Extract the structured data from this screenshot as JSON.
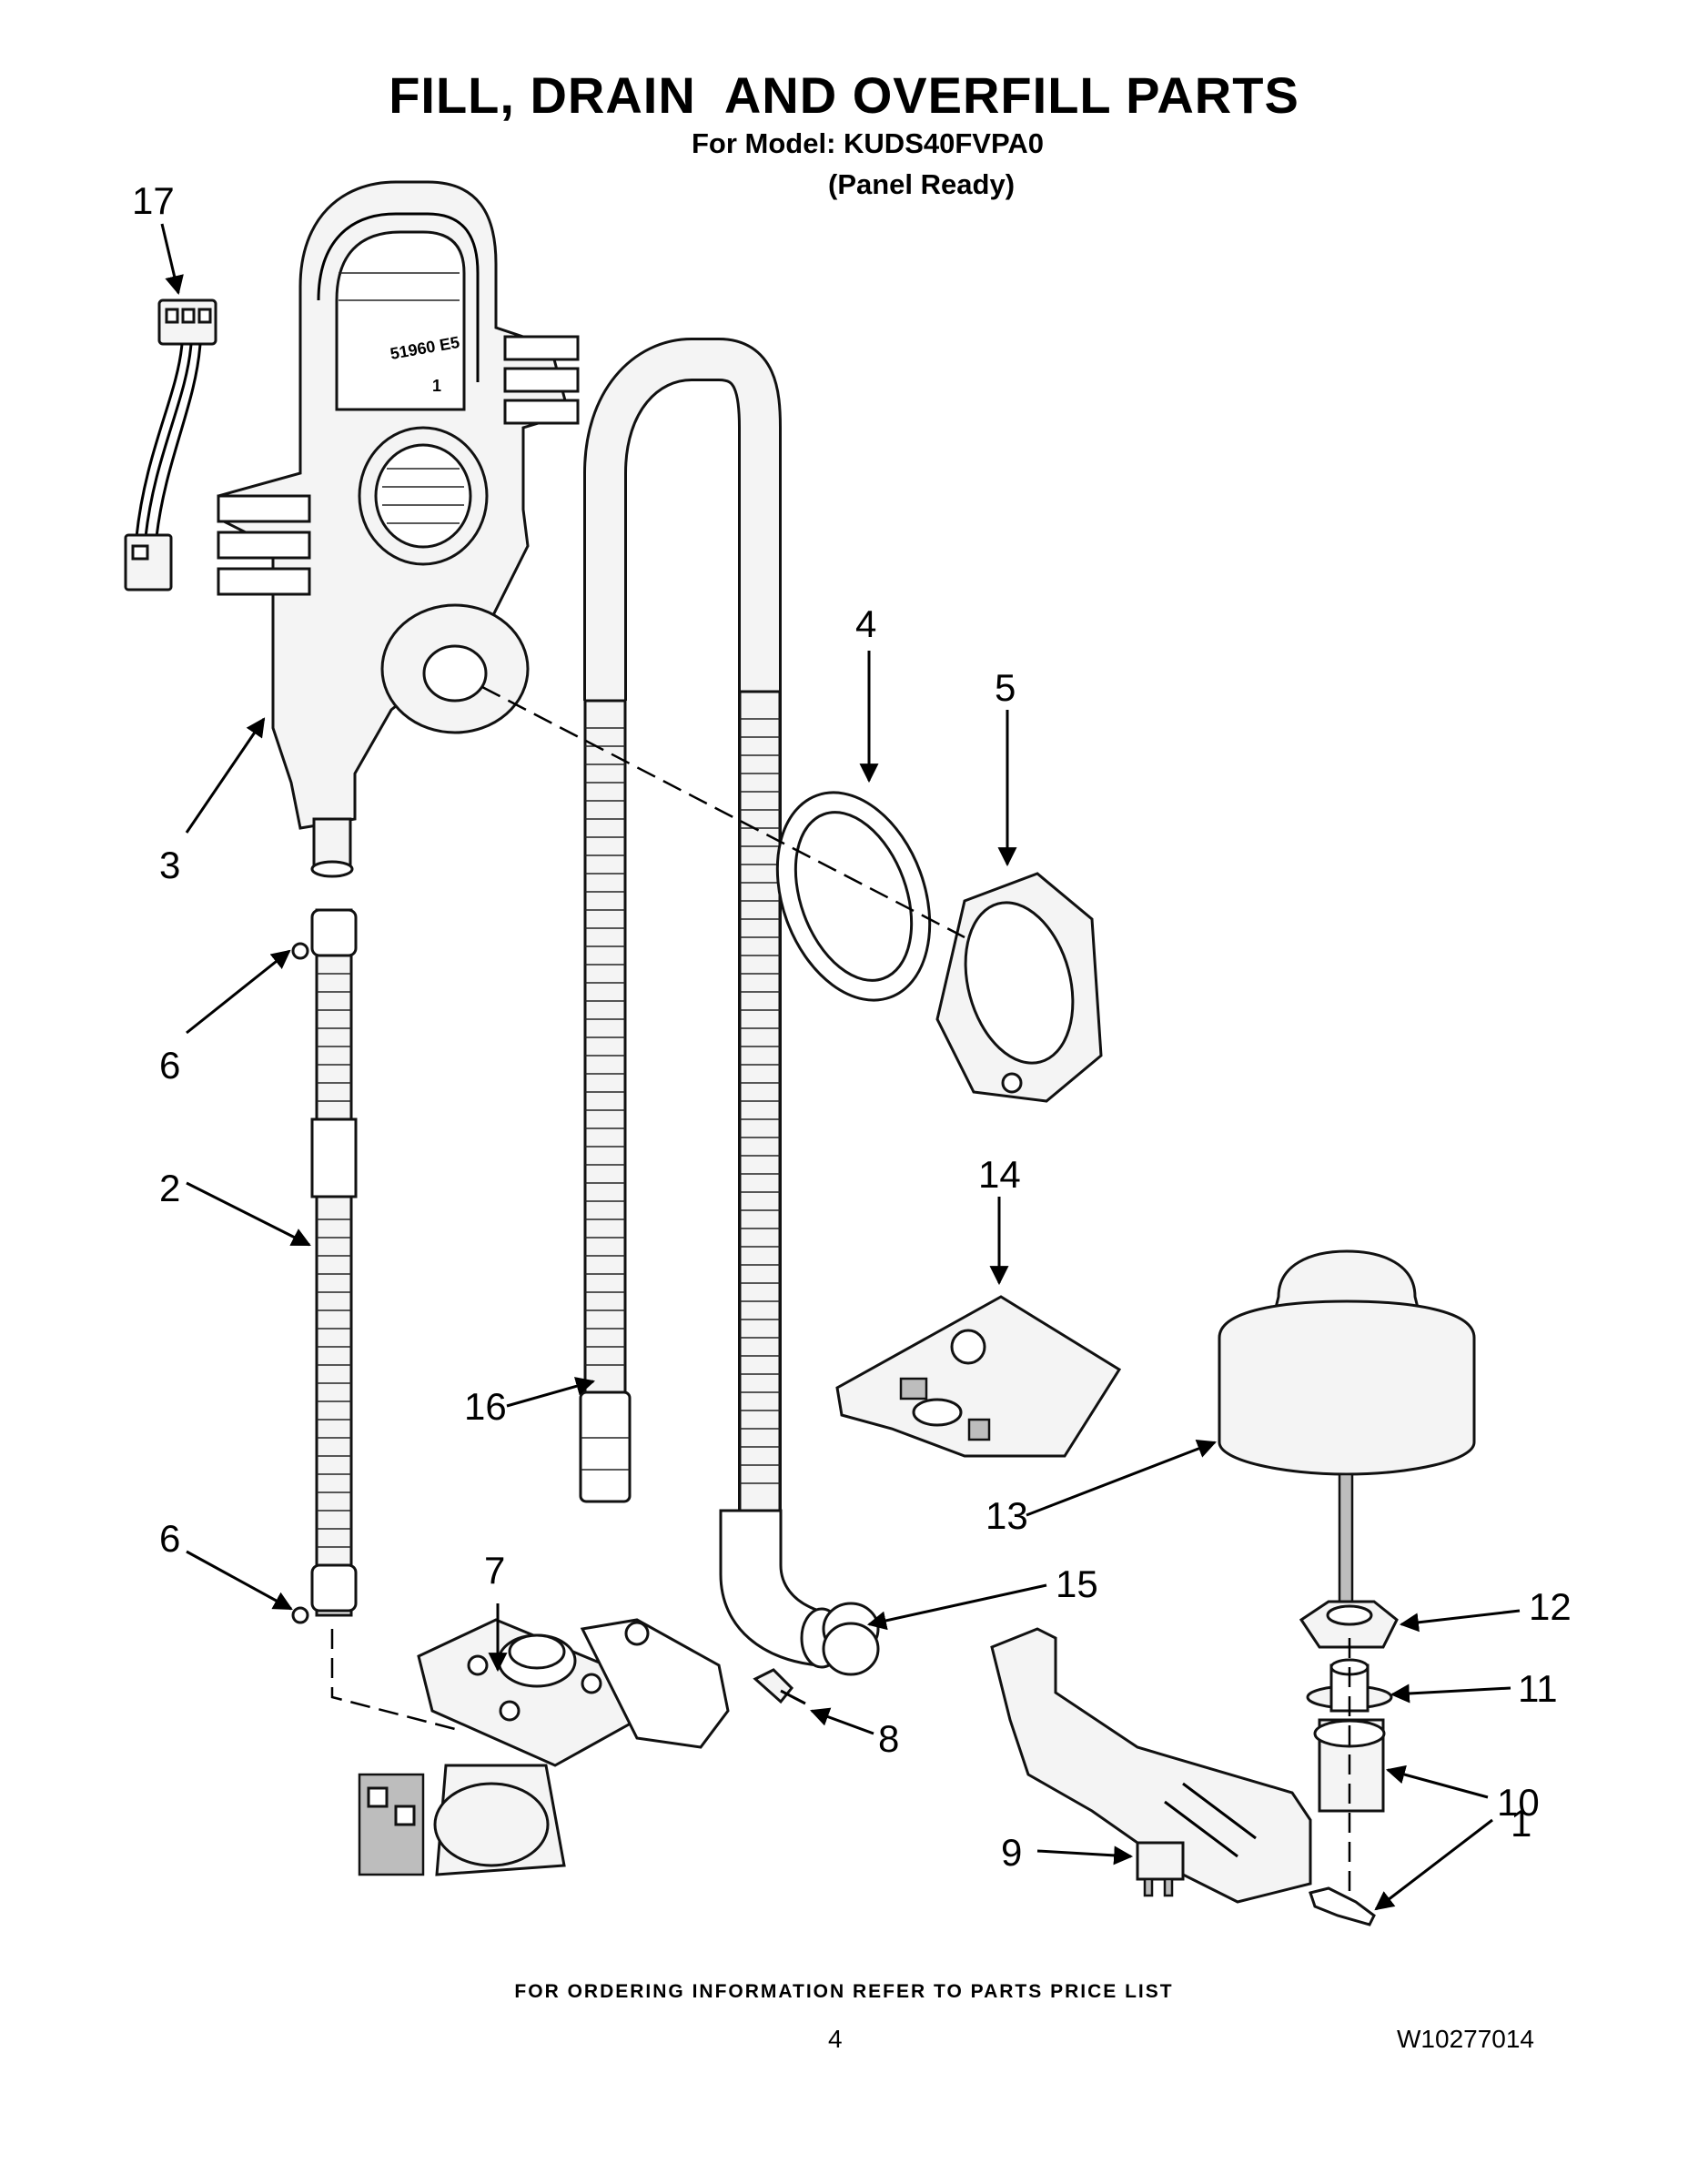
{
  "header": {
    "title": "FILL, DRAIN  AND OVERFILL PARTS",
    "model_line": "For Model: KUDS40FVPA0",
    "variant": "(Panel Ready)"
  },
  "callouts": {
    "c1": "1",
    "c2": "2",
    "c3": "3",
    "c4": "4",
    "c5": "5",
    "c6a": "6",
    "c6b": "6",
    "c7": "7",
    "c8": "8",
    "c9": "9",
    "c10": "10",
    "c11": "11",
    "c12": "12",
    "c13": "13",
    "c14": "14",
    "c15": "15",
    "c16": "16",
    "c17": "17"
  },
  "part_marking": {
    "line1": "51960 E5",
    "line2": "1"
  },
  "footer": {
    "ordering_note": "FOR ORDERING INFORMATION REFER TO PARTS PRICE LIST",
    "page_number": "4",
    "document_number": "W10277014"
  }
}
